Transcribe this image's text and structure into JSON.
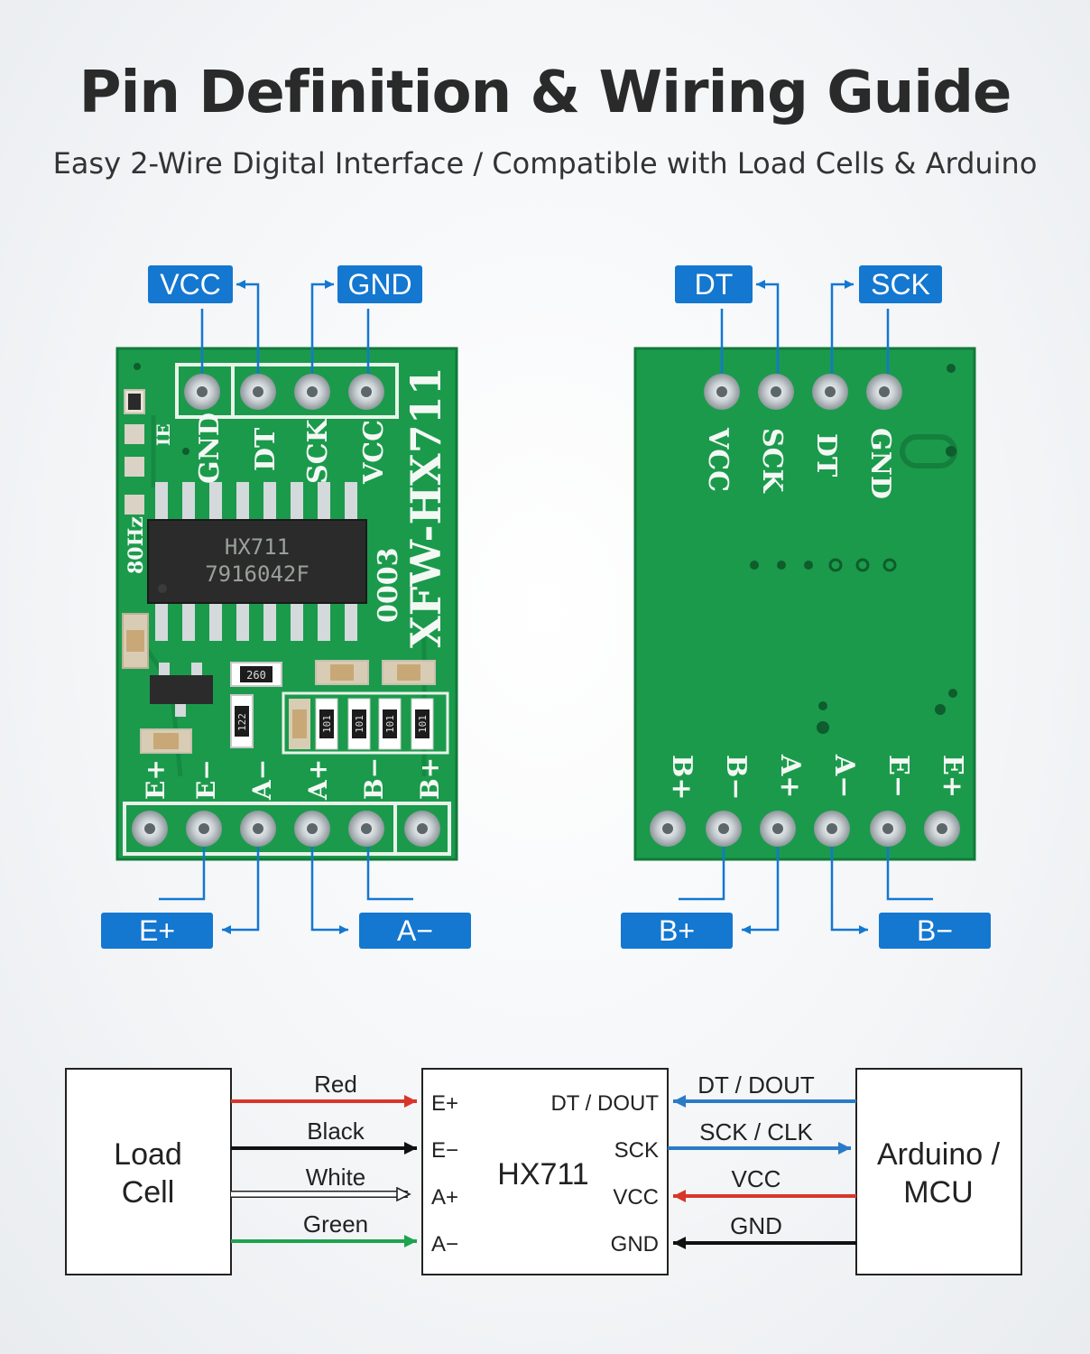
{
  "header": {
    "title": "Pin Definition & Wiring Guide",
    "subtitle": "Easy 2-Wire Digital Interface / Compatible with Load Cells & Arduino"
  },
  "front_board": {
    "callouts": {
      "vcc": "VCC",
      "gnd": "GND",
      "e_plus": "E+",
      "a_minus": "A−"
    },
    "top_silk": [
      "GND",
      "DT",
      "SCK",
      "VCC"
    ],
    "bottom_silk": [
      "E+",
      "E−",
      "A−",
      "A+",
      "B−",
      "B+"
    ],
    "brand": "XFW-HX711",
    "code": "0003",
    "chip_line1": "HX711",
    "chip_line2": "7916042F",
    "rate_label": "80Hz",
    "res_122": "122",
    "res_101": "101",
    "res_260": "260"
  },
  "back_board": {
    "callouts": {
      "dt": "DT",
      "sck": "SCK",
      "b_plus": "B+",
      "b_minus": "B−"
    },
    "top_silk": [
      "VCC",
      "SCK",
      "DT",
      "GND"
    ],
    "bottom_silk": [
      "B+",
      "B−",
      "A+",
      "A−",
      "E−",
      "E+"
    ]
  },
  "wiring": {
    "load_cell_line1": "Load",
    "load_cell_line2": "Cell",
    "hx711": "HX711",
    "mcu_line1": "Arduino /",
    "mcu_line2": "MCU",
    "left_wires": [
      {
        "color_name": "Red",
        "pin": "E+",
        "color": "#d9362b"
      },
      {
        "color_name": "Black",
        "pin": "E−",
        "color": "#111111"
      },
      {
        "color_name": "White",
        "pin": "A+",
        "color": "#ffffff"
      },
      {
        "color_name": "Green",
        "pin": "A−",
        "color": "#1ea34f"
      }
    ],
    "right_pins": [
      "DT / DOUT",
      "SCK",
      "VCC",
      "GND"
    ],
    "right_wires": [
      {
        "label": "DT / DOUT",
        "color": "#2a7bc6"
      },
      {
        "label": "SCK / CLK",
        "color": "#2a7bc6"
      },
      {
        "label": "VCC",
        "color": "#d9362b"
      },
      {
        "label": "GND",
        "color": "#111111"
      }
    ]
  },
  "colors": {
    "accent": "#1477d0",
    "pcb": "#1b9a4c",
    "pcb_dark": "#127a3a"
  }
}
